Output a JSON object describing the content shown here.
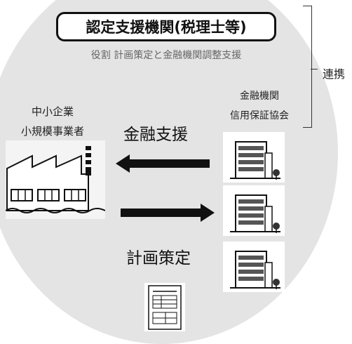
{
  "title": "認定支援機関(税理士等)",
  "role": "役割  計画策定と金融機関調整支援",
  "link_label": "連携",
  "sme": {
    "line1": "中小企業",
    "line2": "小規模事業者"
  },
  "financial": {
    "line1": "金融機関",
    "line2": "信用保証協会"
  },
  "arrow_labels": {
    "finance_support": "金融支援",
    "plan": "計画策定"
  },
  "icons": [
    "factory-icon",
    "building-icon",
    "document-icon"
  ],
  "colors": {
    "circle": "#e4e4e4",
    "arrow": "#111111",
    "text": "#222222"
  }
}
